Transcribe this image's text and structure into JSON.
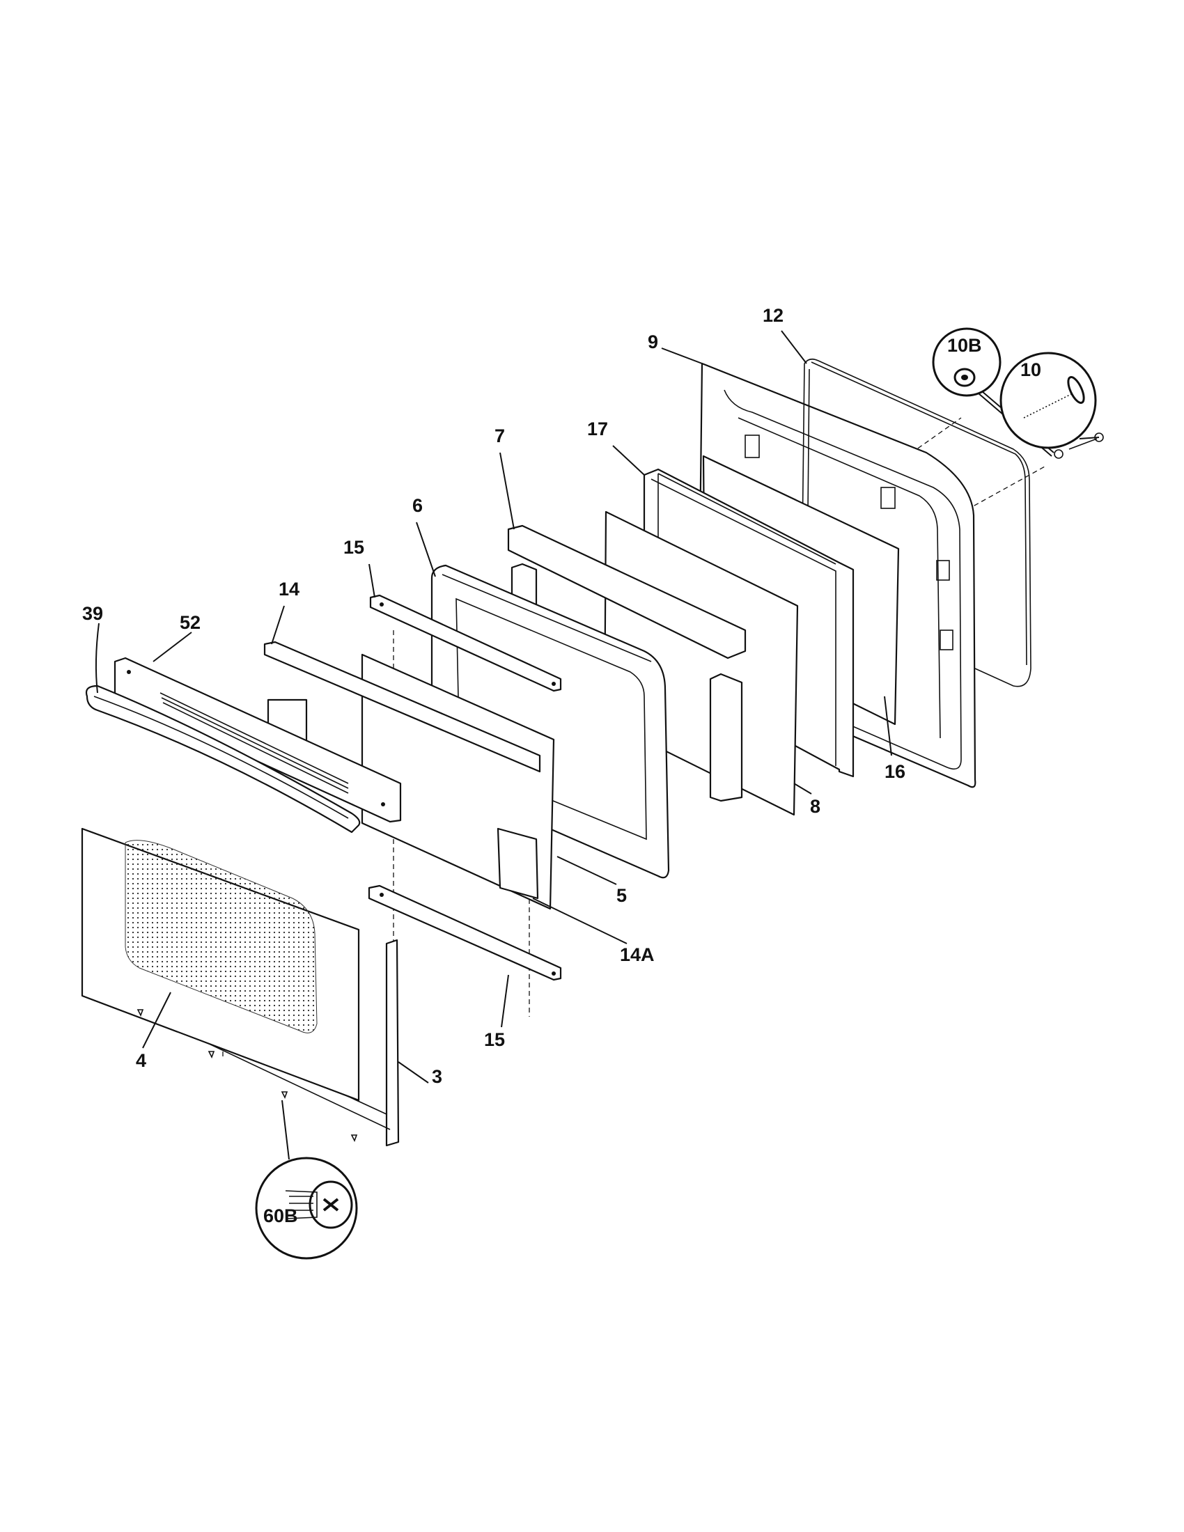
{
  "labels": {
    "p3": "3",
    "p4": "4",
    "p5": "5",
    "p6": "6",
    "p7": "7",
    "p8": "8",
    "p9": "9",
    "p10": "10",
    "p10b": "10B",
    "p12": "12",
    "p14": "14",
    "p14a": "14A",
    "p15_top": "15",
    "p15_bottom": "15",
    "p16": "16",
    "p17": "17",
    "p39": "39",
    "p52": "52",
    "p60b": "60B"
  }
}
